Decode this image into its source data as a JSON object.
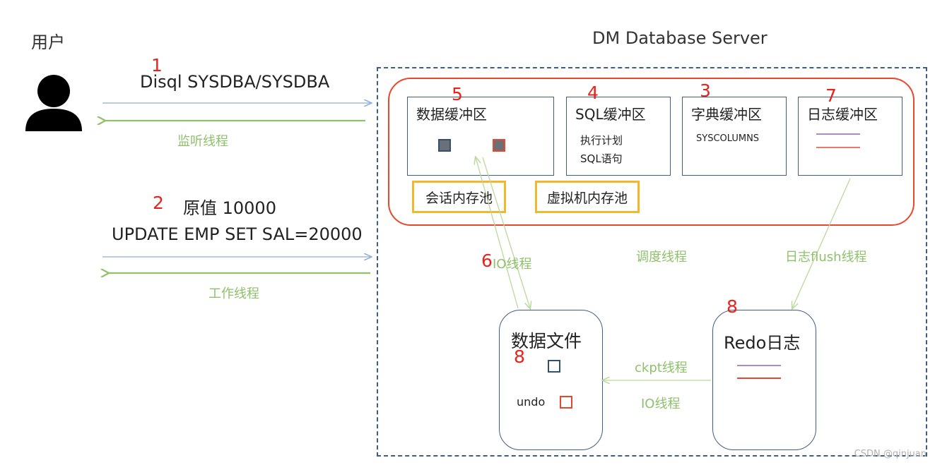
{
  "user": {
    "label": "用户"
  },
  "server": {
    "title": "DM Database Server"
  },
  "steps": {
    "s1": "1",
    "s2": "2",
    "s3": "3",
    "s4": "4",
    "s5": "5",
    "s6": "6",
    "s7": "7",
    "s8a": "8",
    "s8b": "8"
  },
  "flows": {
    "login_cmd": "Disql SYSDBA/SYSDBA",
    "listener_thread": "监听线程",
    "original_value": "原值 10000",
    "update_cmd": "UPDATE EMP SET SAL=20000",
    "worker_thread": "工作线程",
    "io_thread_upper": "IO线程",
    "scheduler_thread": "调度线程",
    "log_flush_thread": "日志flush线程",
    "ckpt_thread": "ckpt线程",
    "io_thread_lower": "IO线程"
  },
  "buffers": {
    "data": {
      "title": "数据缓冲区"
    },
    "sql": {
      "title": "SQL缓冲区",
      "lines": [
        "执行计划",
        "SQL语句"
      ]
    },
    "dict": {
      "title": "字典缓冲区",
      "content": "SYSCOLUMNS"
    },
    "log": {
      "title": "日志缓冲区"
    }
  },
  "pools": {
    "session": "会话内存池",
    "vm": "虚拟机内存池"
  },
  "files": {
    "data": {
      "title": "数据文件",
      "undo_label": "undo"
    },
    "redo": {
      "title": "Redo日志"
    }
  },
  "colors": {
    "step_red": "#e8231c",
    "arrow_blue": "#8aaedb",
    "arrow_green": "#8fc06b",
    "memory_border": "#e8472c",
    "pool_border": "#f2b72a",
    "box_border": "#3d5f85"
  },
  "watermark": "CSDN @qinjuan"
}
